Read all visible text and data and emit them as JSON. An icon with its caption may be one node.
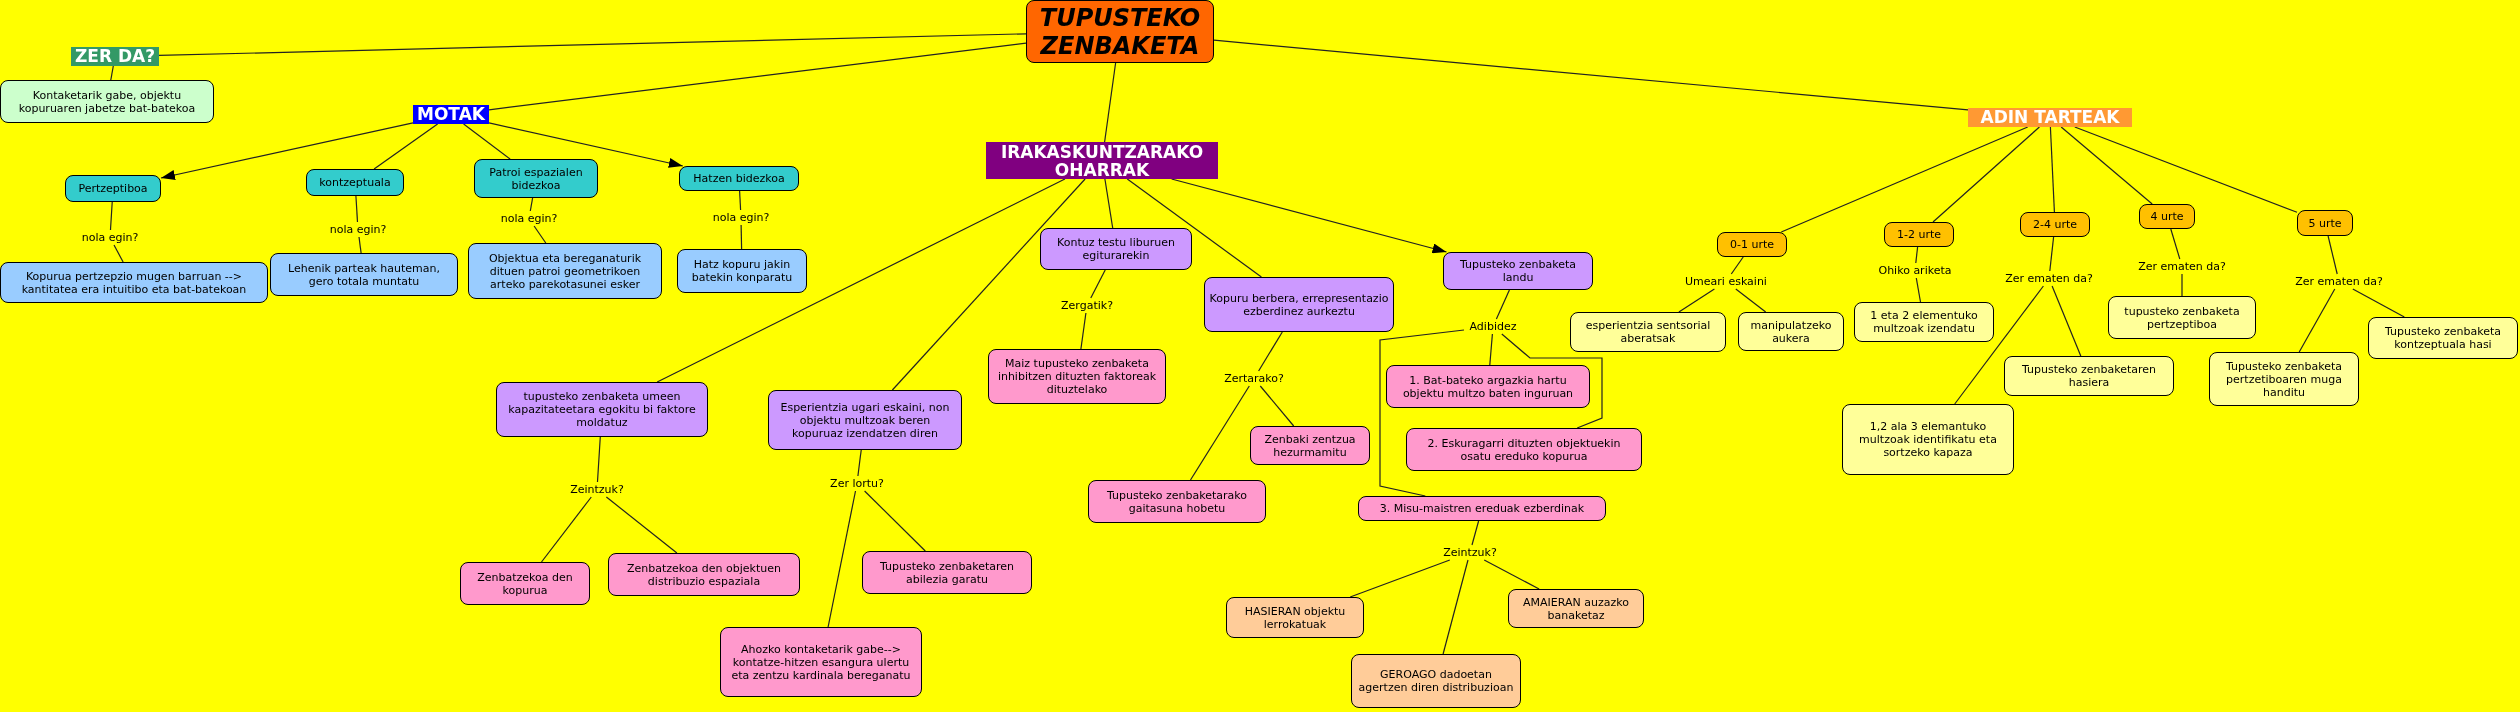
{
  "diagram": {
    "nodes": [
      {
        "text": [
          "TUPUSTEKO ZENBAKETA"
        ]
      },
      {
        "text": [
          "ZER DA?"
        ]
      },
      {
        "text": [
          "Kontaketarik gabe, objektu kopuruaren jabetze bat-batekoa"
        ]
      },
      {
        "text": [
          "MOTAK"
        ]
      },
      {
        "text": [
          "Pertzeptiboa"
        ]
      },
      {
        "text": [
          "kontzeptuala"
        ]
      },
      {
        "text": [
          "Patroi espazialen bidezkoa"
        ]
      },
      {
        "text": [
          "Hatzen bidezkoa"
        ]
      },
      {
        "text": [
          "nola egin?"
        ]
      },
      {
        "text": [
          "nola egin?"
        ]
      },
      {
        "text": [
          "nola egin?"
        ]
      },
      {
        "text": [
          "nola egin?"
        ]
      },
      {
        "text": [
          "Kopurua pertzepzio mugen barruan --> kantitatea era intuitibo eta bat-batekoan"
        ]
      },
      {
        "text": [
          "Lehenik parteak hauteman, gero totala muntatu"
        ]
      },
      {
        "text": [
          "Objektua eta bereganaturik dituen patroi geometrikoen arteko parekotasunei esker"
        ]
      },
      {
        "text": [
          "Hatz kopuru jakin batekin konparatu"
        ]
      },
      {
        "text": [
          "IRAKASKUNTZARAKO OHARRAK"
        ]
      },
      {
        "text": [
          "Kontuz testu liburuen egiturarekin"
        ]
      },
      {
        "text": [
          "Zergatik?"
        ]
      },
      {
        "text": [
          "Maiz tupusteko zenbaketa inhibitzen dituzten faktoreak dituztelako"
        ]
      },
      {
        "text": [
          "Kopuru berbera, errepresentazio ezberdinez aurkeztu"
        ]
      },
      {
        "text": [
          "Zertarako?"
        ]
      },
      {
        "text": [
          "Zenbaki zentzua hezurmamitu"
        ]
      },
      {
        "text": [
          "Tupusteko zenbaketarako gaitasuna hobetu"
        ]
      },
      {
        "text": [
          "Tupusteko zenbaketa landu"
        ]
      },
      {
        "text": [
          "Adibidez"
        ]
      },
      {
        "text": [
          "1. Bat-bateko argazkia hartu objektu multzo baten inguruan"
        ]
      },
      {
        "text": [
          "2. Eskuragarri dituzten objektuekin osatu ereduko kopurua"
        ]
      },
      {
        "text": [
          "3. Misu-maistren ereduak ezberdinak"
        ]
      },
      {
        "text": [
          "Zeintzuk?"
        ]
      },
      {
        "text": [
          "HASIERAN objektu lerrokatuak"
        ]
      },
      {
        "text": [
          "GEROAGO dadoetan agertzen diren distribuzioan"
        ]
      },
      {
        "text": [
          "AMAIERAN auzazko banaketaz"
        ]
      },
      {
        "text": [
          "tupusteko zenbaketa umeen kapazitateetara egokitu bi faktore moldatuz"
        ]
      },
      {
        "text": [
          "Zeintzuk?"
        ]
      },
      {
        "text": [
          "Zenbatzekoa den kopurua"
        ]
      },
      {
        "text": [
          "Zenbatzekoa den objektuen distribuzio espaziala"
        ]
      },
      {
        "text": [
          "Esperientzia ugari eskaini, non objektu multzoak beren kopuruaz izendatzen diren"
        ]
      },
      {
        "text": [
          "Zer lortu?"
        ]
      },
      {
        "text": [
          "Tupusteko zenbaketaren abilezia garatu"
        ]
      },
      {
        "text": [
          "Ahozko kontaketarik gabe--> kontatze-hitzen esangura ulertu eta zentzu kardinala bereganatu"
        ]
      },
      {
        "text": [
          "ADIN TARTEAK"
        ]
      },
      {
        "text": [
          "0-1 urte"
        ]
      },
      {
        "text": [
          "1-2 urte"
        ]
      },
      {
        "text": [
          "2-4 urte"
        ]
      },
      {
        "text": [
          "4 urte"
        ]
      },
      {
        "text": [
          "5 urte"
        ]
      },
      {
        "text": [
          "Umeari eskaini"
        ]
      },
      {
        "text": [
          "esperientzia sentsorial aberatsak"
        ]
      },
      {
        "text": [
          "manipulatzeko aukera"
        ]
      },
      {
        "text": [
          "Ohiko ariketa"
        ]
      },
      {
        "text": [
          "1 eta 2 elementuko multzoak izendatu"
        ]
      },
      {
        "text": [
          "Zer ematen da?"
        ]
      },
      {
        "text": [
          "Zer ematen da?"
        ]
      },
      {
        "text": [
          "Zer ematen da?"
        ]
      },
      {
        "text": [
          "1,2 ala 3 elemantuko multzoak identifikatu eta sortzeko kapaza"
        ]
      },
      {
        "text": [
          "Tupusteko zenbaketaren hasiera"
        ]
      },
      {
        "text": [
          "tupusteko zenbaketa pertzeptiboa"
        ]
      },
      {
        "text": [
          "Tupusteko zenbaketa pertzetiboaren muga handitu"
        ]
      },
      {
        "text": [
          "Tupusteko zenbaketa kontzeptuala hasi"
        ]
      }
    ],
    "edges": [
      {
        "from": 0,
        "to": 1,
        "arrow": "none"
      },
      {
        "from": 0,
        "to": 3,
        "arrow": "none"
      },
      {
        "from": 0,
        "to": 16,
        "arrow": "none"
      },
      {
        "from": 0,
        "to": 41,
        "arrow": "none"
      },
      {
        "from": 1,
        "to": 2,
        "arrow": "none"
      },
      {
        "from": 3,
        "to": 4,
        "arrow": "to"
      },
      {
        "from": 3,
        "to": 5,
        "arrow": "none"
      },
      {
        "from": 3,
        "to": 6,
        "arrow": "none"
      },
      {
        "from": 3,
        "to": 7,
        "arrow": "to"
      },
      {
        "from": 4,
        "to": 8,
        "arrow": "none"
      },
      {
        "from": 8,
        "to": 12,
        "arrow": "none"
      },
      {
        "from": 5,
        "to": 9,
        "arrow": "none"
      },
      {
        "from": 9,
        "to": 13,
        "arrow": "none"
      },
      {
        "from": 6,
        "to": 10,
        "arrow": "none"
      },
      {
        "from": 10,
        "to": 14,
        "arrow": "none"
      },
      {
        "from": 7,
        "to": 11,
        "arrow": "none"
      },
      {
        "from": 11,
        "to": 15,
        "arrow": "none"
      },
      {
        "from": 16,
        "to": 33,
        "arrow": "none"
      },
      {
        "from": 16,
        "to": 37,
        "arrow": "none"
      },
      {
        "from": 16,
        "to": 17,
        "arrow": "none"
      },
      {
        "from": 16,
        "to": 20,
        "arrow": "none"
      },
      {
        "from": 16,
        "to": 24,
        "arrow": "to"
      },
      {
        "from": 17,
        "to": 18,
        "arrow": "none"
      },
      {
        "from": 18,
        "to": 19,
        "arrow": "none"
      },
      {
        "from": 20,
        "to": 21,
        "arrow": "none"
      },
      {
        "from": 21,
        "to": 23,
        "arrow": "none"
      },
      {
        "from": 21,
        "to": 22,
        "arrow": "none"
      },
      {
        "from": 24,
        "to": 25,
        "arrow": "none"
      },
      {
        "from": 25,
        "to": 26,
        "arrow": "none"
      },
      {
        "from": 25,
        "to": 27,
        "arrow": "none"
      },
      {
        "from": 25,
        "to": 28,
        "arrow": "none"
      },
      {
        "from": 28,
        "to": 29,
        "arrow": "none"
      },
      {
        "from": 29,
        "to": 30,
        "arrow": "none"
      },
      {
        "from": 29,
        "to": 31,
        "arrow": "none"
      },
      {
        "from": 29,
        "to": 32,
        "arrow": "none"
      },
      {
        "from": 33,
        "to": 34,
        "arrow": "none"
      },
      {
        "from": 34,
        "to": 35,
        "arrow": "none"
      },
      {
        "from": 34,
        "to": 36,
        "arrow": "none"
      },
      {
        "from": 37,
        "to": 38,
        "arrow": "none"
      },
      {
        "from": 38,
        "to": 39,
        "arrow": "none"
      },
      {
        "from": 38,
        "to": 40,
        "arrow": "none"
      },
      {
        "from": 41,
        "to": 42,
        "arrow": "none"
      },
      {
        "from": 41,
        "to": 43,
        "arrow": "none"
      },
      {
        "from": 41,
        "to": 44,
        "arrow": "none"
      },
      {
        "from": 41,
        "to": 45,
        "arrow": "none"
      },
      {
        "from": 41,
        "to": 46,
        "arrow": "none"
      },
      {
        "from": 42,
        "to": 47,
        "arrow": "none"
      },
      {
        "from": 47,
        "to": 48,
        "arrow": "none"
      },
      {
        "from": 47,
        "to": 49,
        "arrow": "none"
      },
      {
        "from": 43,
        "to": 50,
        "arrow": "none"
      },
      {
        "from": 50,
        "to": 51,
        "arrow": "none"
      },
      {
        "from": 44,
        "to": 52,
        "arrow": "none"
      },
      {
        "from": 52,
        "to": 55,
        "arrow": "none"
      },
      {
        "from": 52,
        "to": 56,
        "arrow": "none"
      },
      {
        "from": 45,
        "to": 53,
        "arrow": "none"
      },
      {
        "from": 53,
        "to": 57,
        "arrow": "none"
      },
      {
        "from": 46,
        "to": 54,
        "arrow": "none"
      },
      {
        "from": 54,
        "to": 58,
        "arrow": "none"
      },
      {
        "from": 54,
        "to": 59,
        "arrow": "none"
      }
    ]
  }
}
